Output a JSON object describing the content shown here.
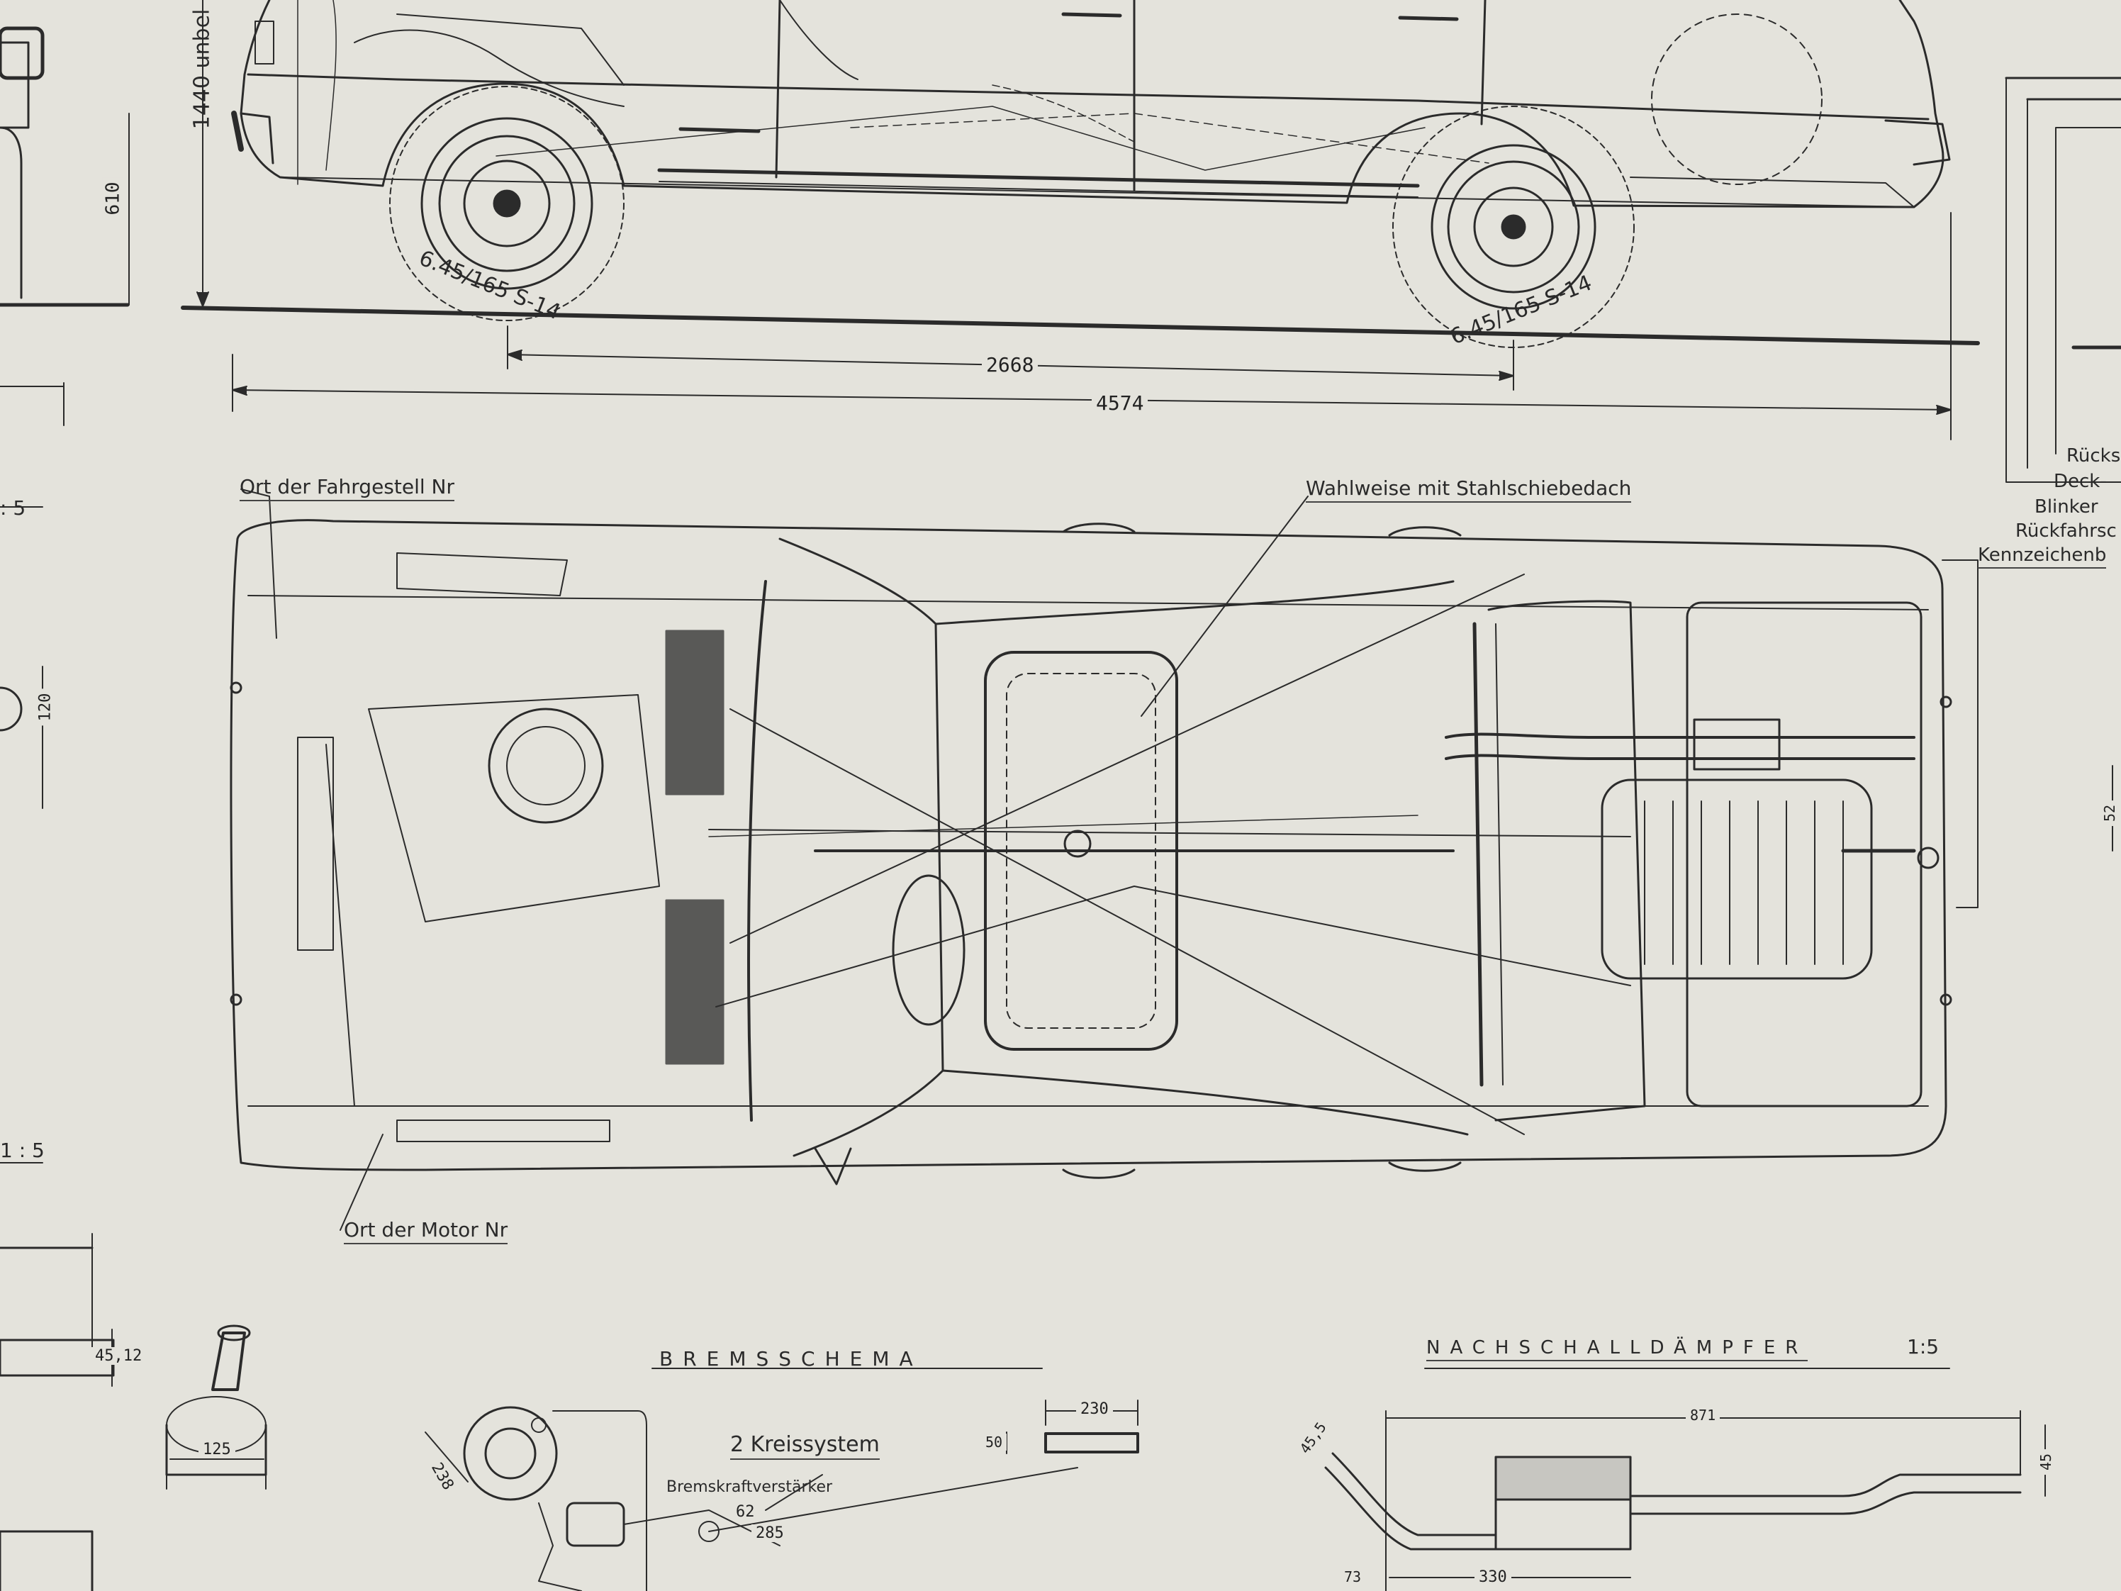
{
  "side_view": {
    "tire_front": "6.45/165 S-14",
    "tire_rear": "6.45/165 S-14",
    "height": "1440 unbel",
    "ground_clearance": "610",
    "wheelbase": "2668",
    "length": "4574"
  },
  "top_view": {
    "chassis_number_location": "Ort der Fahrgestell Nr",
    "engine_number_location": "Ort der Motor Nr",
    "sunroof_option": "Wahlweise mit Stahlschiebedach"
  },
  "left_details": {
    "scale_a": ": 5",
    "scale_b": "1 : 5",
    "dim_120": "120",
    "dim_45_12": "45,12",
    "dim_125": "125"
  },
  "right_details": {
    "labels": [
      "Rücks",
      "Deck-",
      "Blinker",
      "Rückfahrsc",
      "Kennzeichenb"
    ],
    "dim_52": "52"
  },
  "brake_schema": {
    "title": "BREMSSCHEMA",
    "subtitle": "2 Kreissystem",
    "booster": "Bremskraftverstärker",
    "dim_238": "238",
    "dim_62": "62",
    "dim_285": "285",
    "dim_230": "230",
    "dim_50": "50"
  },
  "muffler": {
    "title": "NACHSCHALLDÄMPFER",
    "scale": "1:5",
    "dim_871": "871",
    "dim_45": "45",
    "dim_45_5": "45,5",
    "dim_73": "73",
    "dim_330": "330"
  }
}
